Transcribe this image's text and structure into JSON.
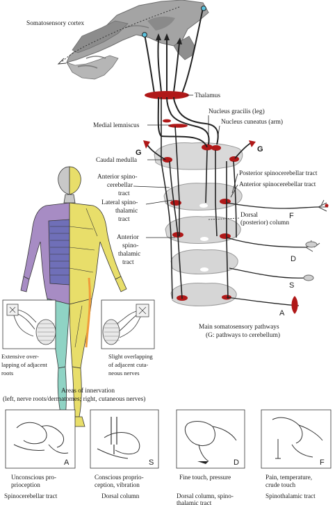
{
  "labels": {
    "somatosensory_cortex": "Somatosensory cortex",
    "thalamus": "Thalamus",
    "medial_lemniscus": "Medial lemniscus",
    "nucleus_gracilis": "Nucleus gracilis (leg)",
    "nucleus_cuneatus": "Nucleus cuneatus (arm)",
    "g": "G",
    "caudal_medulla": "Caudal medulla",
    "anterior_spinocerebellar_left": [
      "Anterior spino-",
      "cerebellar",
      "tract"
    ],
    "lateral_spinothalamic": [
      "Lateral spino-",
      "thalamic",
      "tract"
    ],
    "anterior_spinothalamic": [
      "Anterior",
      "spino-",
      "thalamic",
      "tract"
    ],
    "posterior_spinocerebellar": "Posterior spinocerebellar tract",
    "anterior_spinocerebellar_right": "Anterior spinocerebellar tract",
    "dorsal_column": [
      "Dorsal",
      "(posterior) column"
    ],
    "letters": {
      "f": "F",
      "d": "D",
      "s": "S",
      "a": "A"
    },
    "pathways_caption": [
      "Main somatosensory pathways",
      "(G: pathways to cerebellum)"
    ],
    "extensive_overlap": [
      "Extensive over-",
      "lapping of adjacent",
      "roots"
    ],
    "slight_overlap": [
      "Slight overlapping",
      "of adjacent cuta-",
      "neous nerves"
    ],
    "areas_caption": [
      "Areas of innervation",
      "(left, nerve roots/dermatomes; right, cutaneous nerves)"
    ]
  },
  "panels": [
    {
      "letter": "A",
      "desc": [
        "Unconscious pro-",
        "prioception"
      ],
      "tract": [
        "Spinocerebellar tract"
      ]
    },
    {
      "letter": "S",
      "desc": [
        "Conscious proprio-",
        "ception, vibration"
      ],
      "tract": [
        "Dorsal column"
      ]
    },
    {
      "letter": "D",
      "desc": [
        "Fine touch, pressure"
      ],
      "tract": [
        "Dorsal column, spino-",
        "thalamic tract"
      ]
    },
    {
      "letter": "F",
      "desc": [
        "Pain, temperature,",
        "crude touch"
      ],
      "tract": [
        "Spinothalamic tract"
      ]
    }
  ],
  "colors": {
    "tract_red": "#b01818",
    "brain_gray": "#9a9a9a",
    "cord_gray": "#d6d6d6",
    "dermatome_purple": "#a78cc4",
    "dermatome_blue": "#6f6fb8",
    "dermatome_yellow": "#e8de6a",
    "dermatome_teal": "#8fd3c4",
    "nerve_cyan": "#5bc4e0"
  }
}
